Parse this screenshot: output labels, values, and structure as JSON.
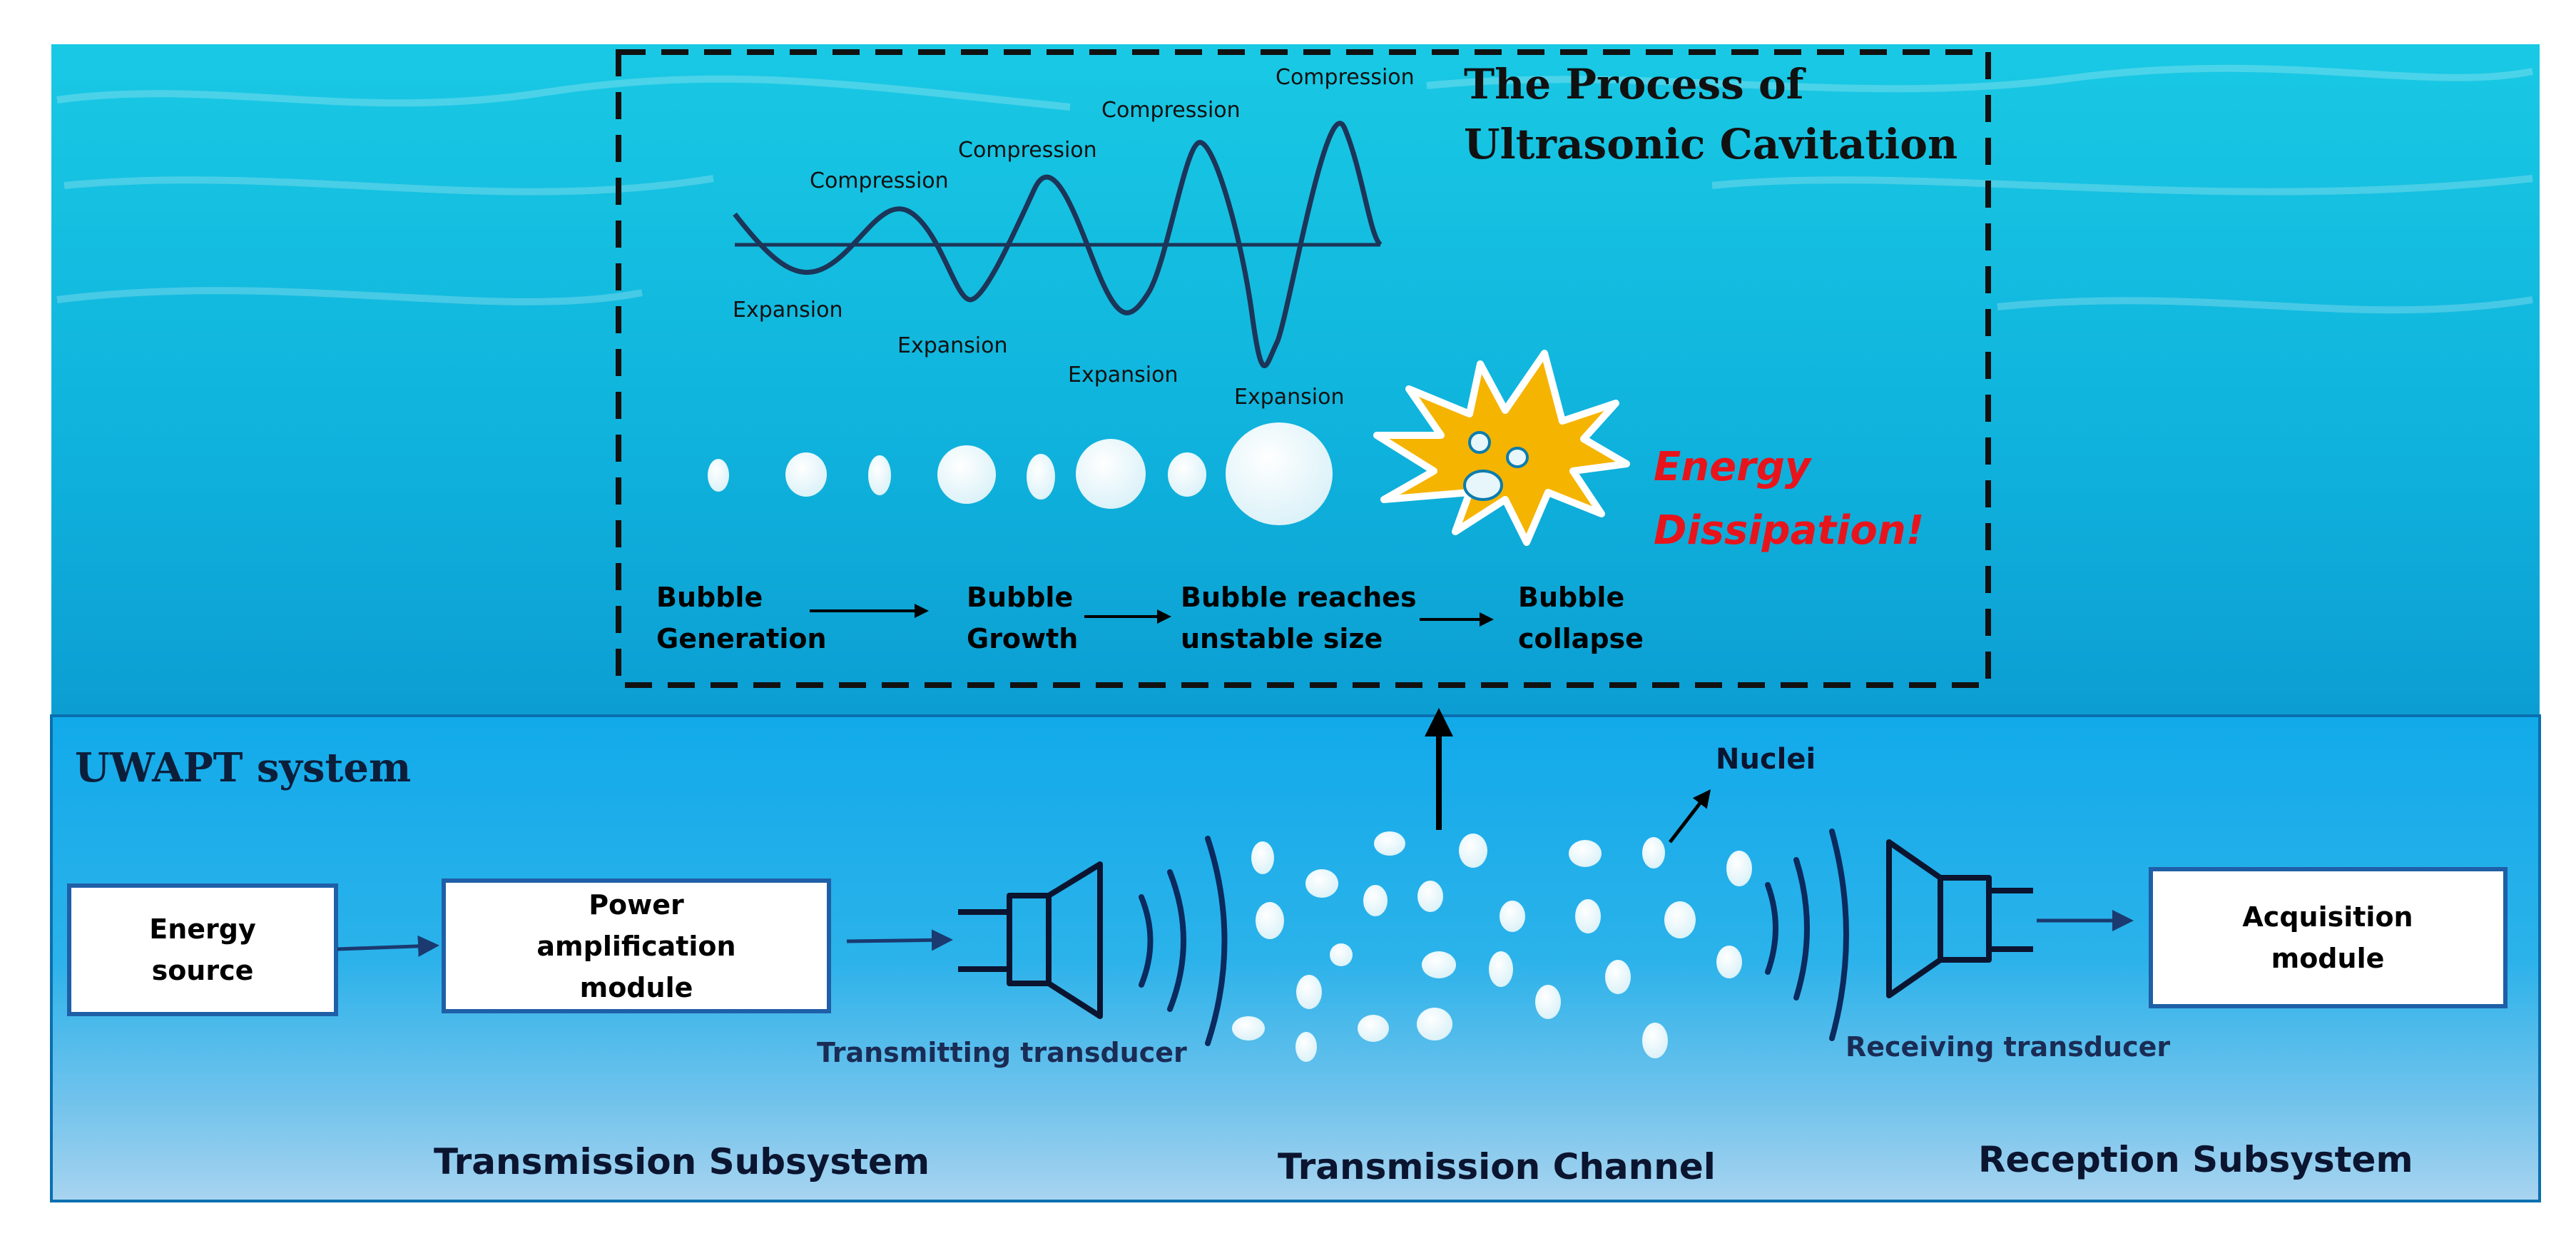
{
  "cavitation": {
    "title_line1": "The Process of",
    "title_line2": "Ultrasonic Cavitation",
    "wave_labels": {
      "compression": [
        "Compression",
        "Compression",
        "Compression",
        "Compression"
      ],
      "expansion": [
        "Expansion",
        "Expansion",
        "Expansion",
        "Expansion"
      ]
    },
    "energy_line1": "Energy",
    "energy_line2": "Dissipation!",
    "stages": [
      {
        "line1": "Bubble",
        "line2": "Generation"
      },
      {
        "line1": "Bubble",
        "line2": "Growth"
      },
      {
        "line1": "Bubble reaches",
        "line2": "unstable size"
      },
      {
        "line1": "Bubble",
        "line2": "collapse"
      }
    ]
  },
  "system": {
    "title": "UWAPT system",
    "blocks": {
      "energy_source": {
        "line1": "Energy",
        "line2": "source"
      },
      "power_amp": {
        "line1": "Power",
        "line2": "amplification",
        "line3": "module"
      },
      "acquisition": {
        "line1": "Acquisition",
        "line2": "module"
      }
    },
    "transmitting_transducer": "Transmitting transducer",
    "receiving_transducer": "Receiving  transducer",
    "nuclei": "Nuclei",
    "sections": {
      "transmission_subsystem": "Transmission Subsystem",
      "transmission_channel": "Transmission Channel",
      "reception_subsystem": "Reception Subsystem"
    }
  },
  "colors": {
    "energy_text": "#e8141c",
    "burst_fill": "#f5b400",
    "block_border": "#1f5fa8",
    "arrow": "#1a3a70",
    "wave": "#1c3558"
  }
}
